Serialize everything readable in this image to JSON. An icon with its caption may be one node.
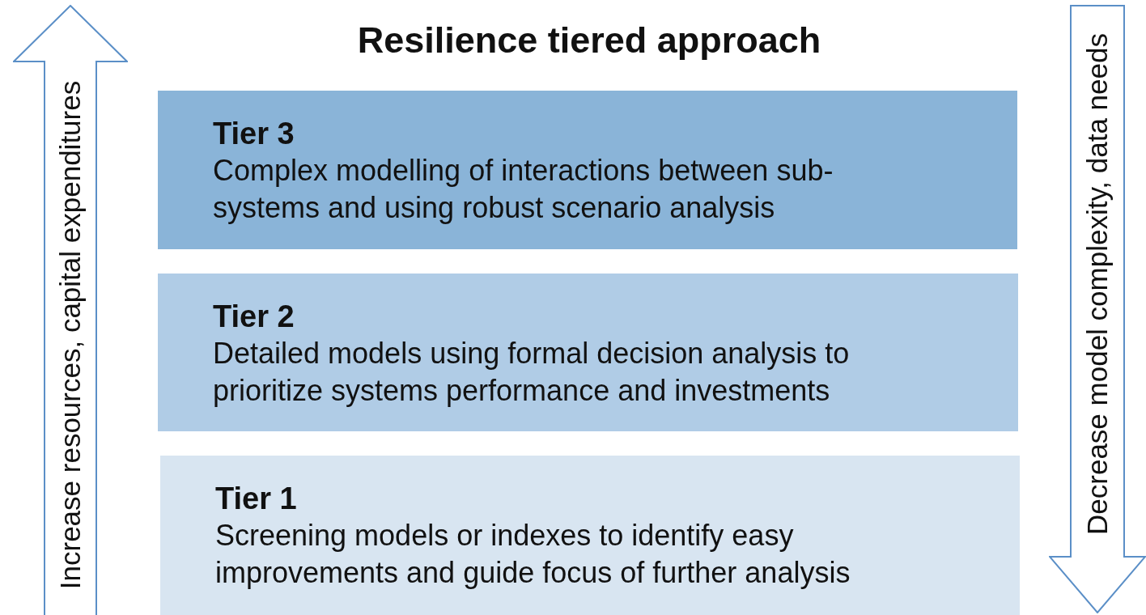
{
  "diagram": {
    "title": "Resilience tiered approach",
    "nodes": [
      {
        "text": [
          "Increase resources, capital expenditures"
        ]
      },
      {
        "text": [
          "Tier 3",
          "Complex modelling of interactions between sub-systems and using robust scenario analysis"
        ]
      },
      {
        "text": [
          "Tier 2",
          "Detailed models using formal decision analysis to prioritize systems performance and investments"
        ]
      },
      {
        "text": [
          "Tier 1",
          "Screening models or indexes to identify easy improvements and guide focus of further analysis"
        ]
      },
      {
        "text": [
          "Decrease model complexity, data needs"
        ]
      }
    ],
    "edges": []
  }
}
